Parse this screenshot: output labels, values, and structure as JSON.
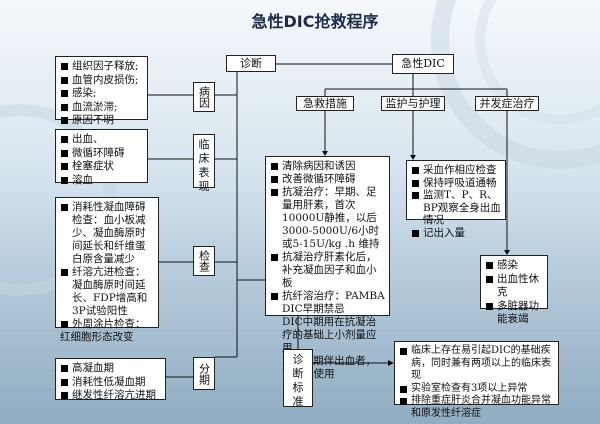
{
  "title": "急性DIC抢救程序",
  "nodes": {
    "diagnosis": "诊断",
    "acute_dic": "急性DIC",
    "rescue": "急救措施",
    "monitor": "监护与护理",
    "complication": "并发症治疗",
    "etiology": "病因",
    "clinical": [
      "临",
      "床",
      "表",
      "现"
    ],
    "exam": "检查",
    "stage": "分期",
    "criteria": [
      "诊",
      "断",
      "标",
      "准"
    ]
  },
  "etiology_items": [
    "组织因子释放;",
    "血管内皮损伤;",
    "感染;",
    "血流淤滞;",
    "原因不明"
  ],
  "clinical_items": [
    "出血、",
    "微循环障碍",
    "栓塞症状",
    "溶血"
  ],
  "exam_items": [
    {
      "text": "消耗性凝血障碍检查：血小板减少、凝血酶原时间延长和纤维蛋白原含量减少",
      "bullet": true
    },
    {
      "text": "纤溶亢进检查：凝血酶原时间延长、FDP增高和3P试验阳性",
      "bullet": true
    },
    {
      "text": "外周涂片检查：",
      "bullet": true
    },
    {
      "text": "红细胞形态改变",
      "bullet": false
    }
  ],
  "stage_items": [
    "高凝血期",
    "消耗性低凝血期",
    "继发性纤溶亢进期"
  ],
  "rescue_items": [
    {
      "text": "清除病因和诱因",
      "bullet": true
    },
    {
      "text": "改善微循环障碍",
      "bullet": true
    },
    {
      "text": "抗凝治疗：早期、足量用肝素，首次10000U静推，以后3000-5000U/6小时或5-15U/kg .h  维持",
      "bullet": true
    },
    {
      "text": "抗凝治疗肝素化后，补充凝血因子和血小板",
      "bullet": true
    },
    {
      "text": "抗纤溶治疗：PAMBA",
      "bullet": true
    },
    {
      "text": "DIC早期禁忌",
      "bullet": false
    },
    {
      "text": "DIC中期用在抗凝治疗的基础上小剂量应用",
      "bullet": false
    },
    {
      "text": "DIC后期伴出血者，可单搭使用",
      "bullet": false
    }
  ],
  "monitor_items": [
    "采血作相应检查",
    "保持呼吸道通畅",
    "监测T、P、R、BP观察全身出血情况",
    "记出入量"
  ],
  "complication_items": [
    "感染",
    "出血性休克",
    "多脏器功能衰竭"
  ],
  "criteria_items": [
    "临床上存在易引起DIC的基础疾病，同时兼有两项以上的临床表现",
    "实验室检查有3项以上异常",
    "排除重症肝炎合并凝血功能异常和原发性纤溶症"
  ],
  "colors": {
    "line": "#111111",
    "box_fill": "#ffffff",
    "title": "#1d2b4a"
  }
}
